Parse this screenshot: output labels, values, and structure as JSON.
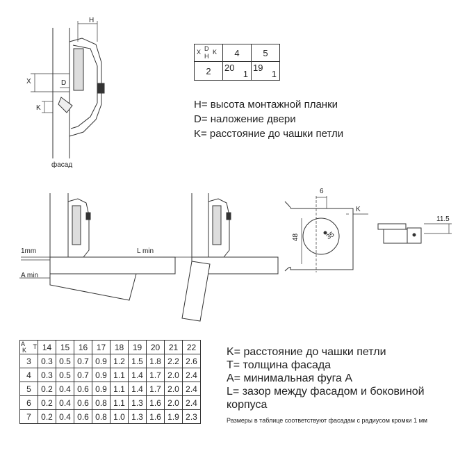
{
  "drawing1": {
    "label_H": "H",
    "label_X": "X",
    "label_D": "D",
    "label_K": "K",
    "caption": "фасад"
  },
  "code_table": {
    "corner_top": "D",
    "corner_left": "X",
    "corner_right": "K",
    "corner_bottom": "H",
    "col1": "4",
    "col2": "5",
    "row_h": "2",
    "c1_top": "20",
    "c1_bot": "1",
    "c2_top": "19",
    "c2_bot": "1"
  },
  "legend_top": [
    "H= высота монтажной планки",
    "D= наложение двери",
    "K= расстояние до чашки петли"
  ],
  "drawing2": {
    "label_gap": "1mm",
    "label_a": "A min"
  },
  "drawing3": {
    "label_l": "L min"
  },
  "drawing4": {
    "label_6": "6",
    "label_48": "48",
    "label_35": "35",
    "label_k": "K"
  },
  "drawing5": {
    "label_115": "11.5"
  },
  "gap_table": {
    "corner_a": "A",
    "corner_t": "T",
    "corner_k": "K",
    "t_values": [
      "14",
      "15",
      "16",
      "17",
      "18",
      "19",
      "20",
      "21",
      "22"
    ],
    "rows": [
      {
        "k": "3",
        "v": [
          "0.3",
          "0.5",
          "0.7",
          "0.9",
          "1.2",
          "1.5",
          "1.8",
          "2.2",
          "2.6"
        ]
      },
      {
        "k": "4",
        "v": [
          "0.3",
          "0.5",
          "0.7",
          "0.9",
          "1.1",
          "1.4",
          "1.7",
          "2.0",
          "2.4"
        ]
      },
      {
        "k": "5",
        "v": [
          "0.2",
          "0.4",
          "0.6",
          "0.9",
          "1.1",
          "1.4",
          "1.7",
          "2.0",
          "2.4"
        ]
      },
      {
        "k": "6",
        "v": [
          "0.2",
          "0.4",
          "0.6",
          "0.8",
          "1.1",
          "1.3",
          "1.6",
          "2.0",
          "2.4"
        ]
      },
      {
        "k": "7",
        "v": [
          "0.2",
          "0.4",
          "0.6",
          "0.8",
          "1.0",
          "1.3",
          "1.6",
          "1.9",
          "2.3"
        ]
      }
    ]
  },
  "legend_bottom": [
    "K= расстояние до чашки петли",
    "T= толщина фасада",
    "A= минимальная фуга A",
    "L= зазор между фасадом и боковиной корпуса"
  ],
  "footnote": "Размеры в таблице соответствуют фасадам с радиусом кромки 1 мм"
}
